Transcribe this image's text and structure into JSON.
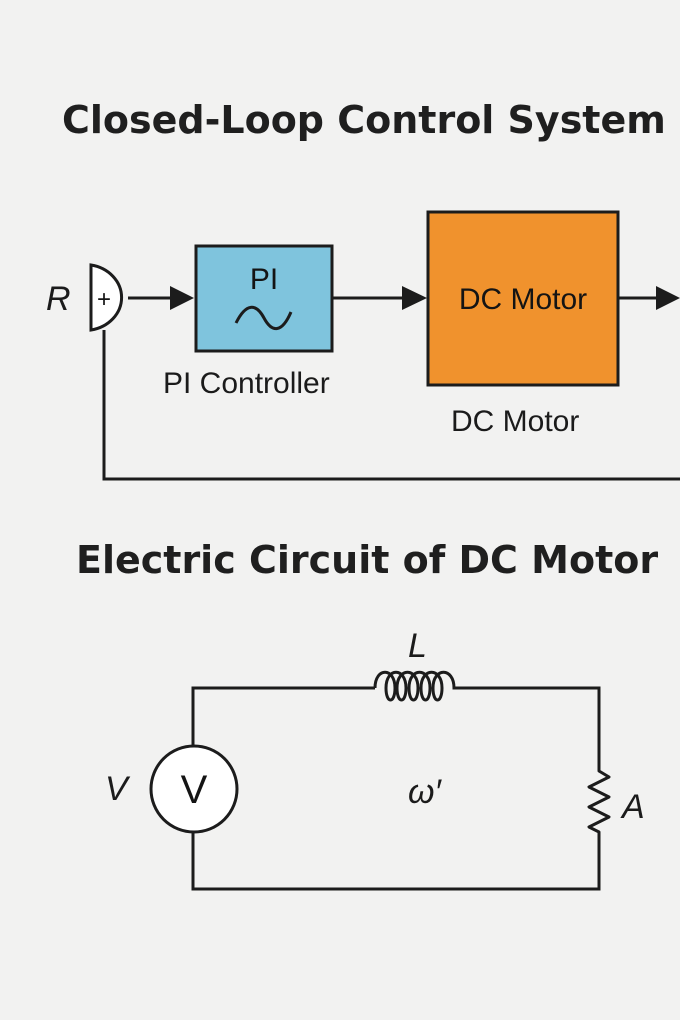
{
  "diagram1": {
    "title": "Closed-Loop Control System",
    "reference_label": "R",
    "summing_sign": "+",
    "pi_block": {
      "text": "PI",
      "caption": "PI Controller",
      "color": "#7fc4dd"
    },
    "motor_block": {
      "text": "DC Motor",
      "caption": "DC Motor",
      "color": "#f0922d"
    }
  },
  "diagram2": {
    "title": "Electric Circuit of DC Motor",
    "inductor_label": "L",
    "source_label": "V",
    "source_symbol": "V",
    "speed_label": "ω′",
    "resistor_label": "A"
  },
  "colors": {
    "wire": "#1c1c1c",
    "background": "#f2f2f1"
  }
}
